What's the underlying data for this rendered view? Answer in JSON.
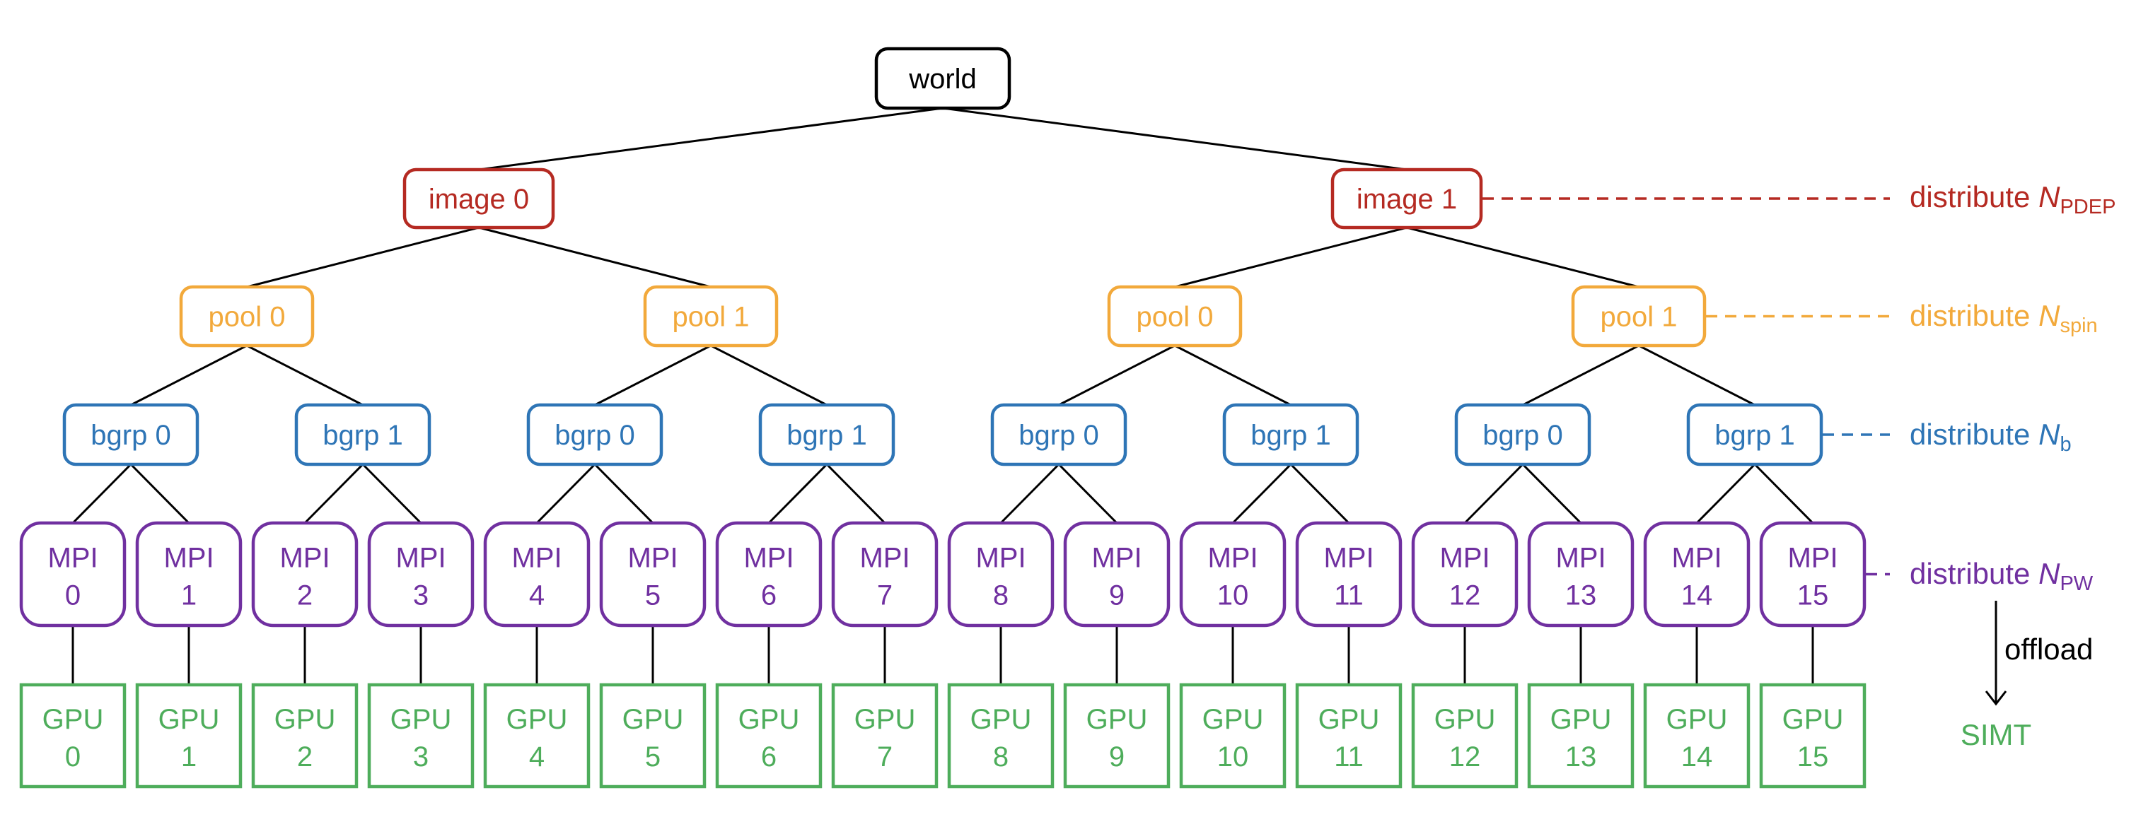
{
  "title": "Parallelization hierarchy",
  "colors": {
    "world": "#000000",
    "image": "#B52A22",
    "pool": "#F2A93B",
    "bgrp": "#2E75B6",
    "mpi": "#7030A0",
    "gpu": "#4EAD5B",
    "edge": "#000000"
  },
  "tree": {
    "world": {
      "label": "world"
    },
    "images": [
      "image 0",
      "image 1"
    ],
    "pools": [
      "pool 0",
      "pool 1",
      "pool 0",
      "pool 1"
    ],
    "bgrps": [
      "bgrp 0",
      "bgrp 1",
      "bgrp 0",
      "bgrp 1",
      "bgrp 0",
      "bgrp 1",
      "bgrp 0",
      "bgrp 1"
    ],
    "mpi": [
      {
        "line1": "MPI",
        "line2": "0"
      },
      {
        "line1": "MPI",
        "line2": "1"
      },
      {
        "line1": "MPI",
        "line2": "2"
      },
      {
        "line1": "MPI",
        "line2": "3"
      },
      {
        "line1": "MPI",
        "line2": "4"
      },
      {
        "line1": "MPI",
        "line2": "5"
      },
      {
        "line1": "MPI",
        "line2": "6"
      },
      {
        "line1": "MPI",
        "line2": "7"
      },
      {
        "line1": "MPI",
        "line2": "8"
      },
      {
        "line1": "MPI",
        "line2": "9"
      },
      {
        "line1": "MPI",
        "line2": "10"
      },
      {
        "line1": "MPI",
        "line2": "11"
      },
      {
        "line1": "MPI",
        "line2": "12"
      },
      {
        "line1": "MPI",
        "line2": "13"
      },
      {
        "line1": "MPI",
        "line2": "14"
      },
      {
        "line1": "MPI",
        "line2": "15"
      }
    ],
    "gpu": [
      {
        "line1": "GPU",
        "line2": "0"
      },
      {
        "line1": "GPU",
        "line2": "1"
      },
      {
        "line1": "GPU",
        "line2": "2"
      },
      {
        "line1": "GPU",
        "line2": "3"
      },
      {
        "line1": "GPU",
        "line2": "4"
      },
      {
        "line1": "GPU",
        "line2": "5"
      },
      {
        "line1": "GPU",
        "line2": "6"
      },
      {
        "line1": "GPU",
        "line2": "7"
      },
      {
        "line1": "GPU",
        "line2": "8"
      },
      {
        "line1": "GPU",
        "line2": "9"
      },
      {
        "line1": "GPU",
        "line2": "10"
      },
      {
        "line1": "GPU",
        "line2": "11"
      },
      {
        "line1": "GPU",
        "line2": "12"
      },
      {
        "line1": "GPU",
        "line2": "13"
      },
      {
        "line1": "GPU",
        "line2": "14"
      },
      {
        "line1": "GPU",
        "line2": "15"
      }
    ]
  },
  "annotations": {
    "pdep": {
      "text": "distribute ",
      "var": "N",
      "sub": "PDEP",
      "level": "image"
    },
    "spin": {
      "text": "distribute ",
      "var": "N",
      "sub": "spin",
      "level": "pool"
    },
    "bands": {
      "text": "distribute ",
      "var": "N",
      "sub": "b",
      "level": "bgrp"
    },
    "pw": {
      "text": "distribute ",
      "var": "N",
      "sub": "PW",
      "level": "mpi"
    },
    "offload": {
      "text": "offload"
    },
    "simt": {
      "text": "SIMT"
    }
  }
}
